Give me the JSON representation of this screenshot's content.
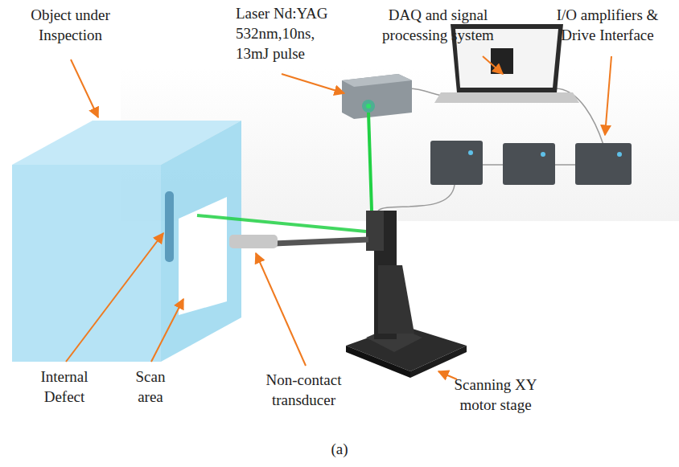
{
  "diagram": {
    "caption": "(a)",
    "labels": [
      "Object under Inspection",
      "Laser Nd:YAG 532nm,10ns, 13mJ pulse",
      "DAQ and signal processing system",
      "I/O amplifiers & Drive Interface",
      "Internal Defect",
      "Scan area",
      "Non-contact transducer",
      "Scanning XY motor stage"
    ]
  }
}
